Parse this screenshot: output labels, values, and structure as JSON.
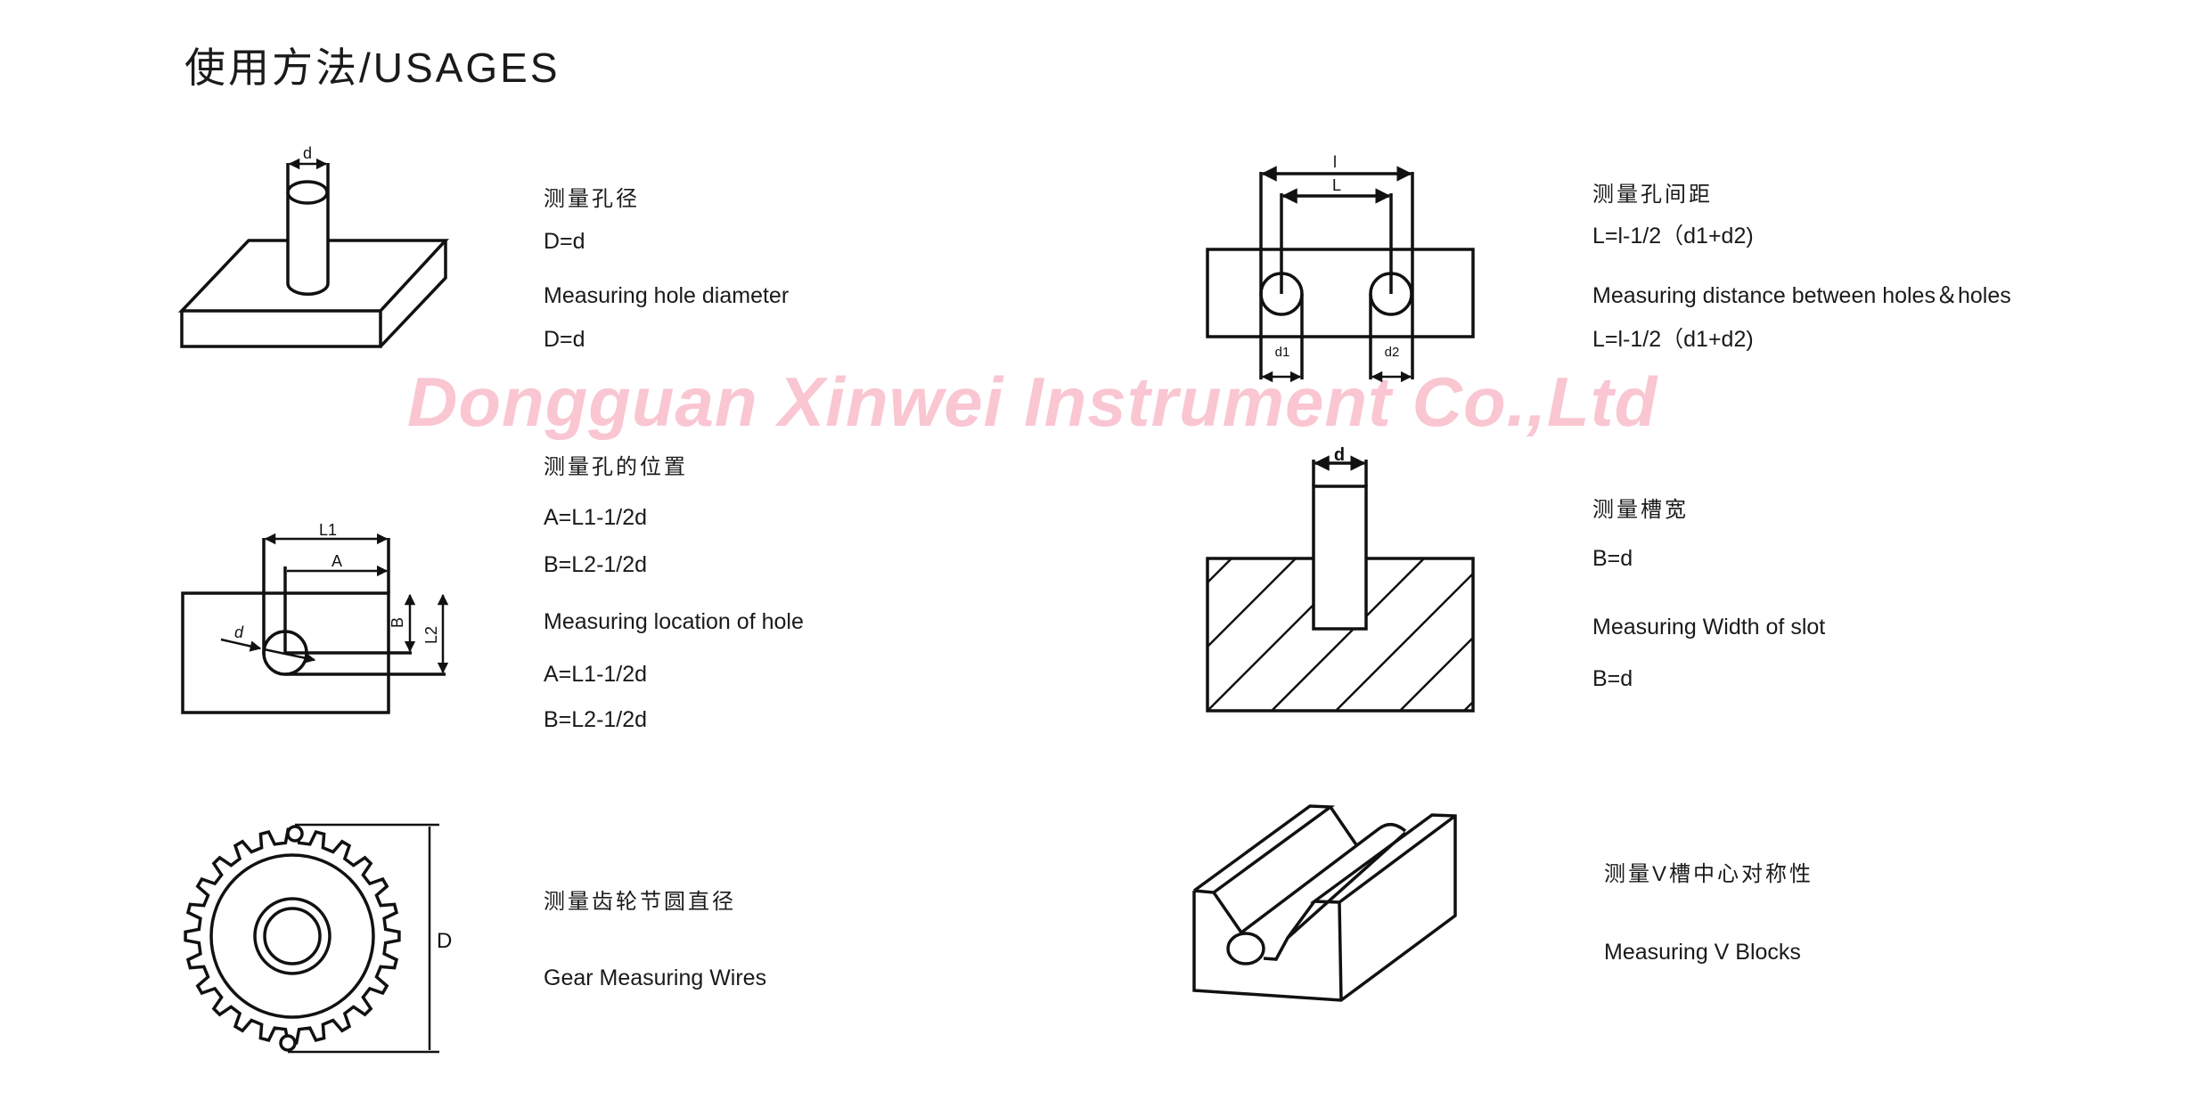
{
  "title": "使用方法/USAGES",
  "watermark": "Dongguan Xinwei Instrument Co.,Ltd",
  "colors": {
    "watermark": "#f9c6d1",
    "line": "#111111"
  },
  "usages": [
    {
      "id": "hole-diameter",
      "cn": "测量孔径",
      "formula_cn": "D=d",
      "en": "Measuring hole diameter",
      "formula_en": "D=d",
      "labels": {
        "d": "d"
      }
    },
    {
      "id": "hole-distance",
      "cn": "测量孔间距",
      "formula_cn": "L=l-1/2（d1+d2)",
      "en": "Measuring distance between holes＆holes",
      "formula_en": "L=l-1/2（d1+d2)",
      "labels": {
        "l": "l",
        "L": "L",
        "d1": "d1",
        "d2": "d2"
      }
    },
    {
      "id": "hole-location",
      "cn": "测量孔的位置",
      "formula_a_cn": "A=L1-1/2d",
      "formula_b_cn": "B=L2-1/2d",
      "en": "Measuring location of hole",
      "formula_a_en": "A=L1-1/2d",
      "formula_b_en": "B=L2-1/2d",
      "labels": {
        "L1": "L1",
        "A": "A",
        "B": "B",
        "L2": "L2",
        "d": "d"
      }
    },
    {
      "id": "slot-width",
      "cn": "测量槽宽",
      "formula_cn": "B=d",
      "en": "Measuring  Width  of  slot",
      "formula_en": "B=d",
      "labels": {
        "d": "d"
      }
    },
    {
      "id": "gear",
      "cn": "测量齿轮节圆直径",
      "en": "Gear Measuring Wires",
      "labels": {
        "D": "D"
      }
    },
    {
      "id": "v-block",
      "cn": "测量V槽中心对称性",
      "en": "Measuring  V  Blocks"
    }
  ]
}
